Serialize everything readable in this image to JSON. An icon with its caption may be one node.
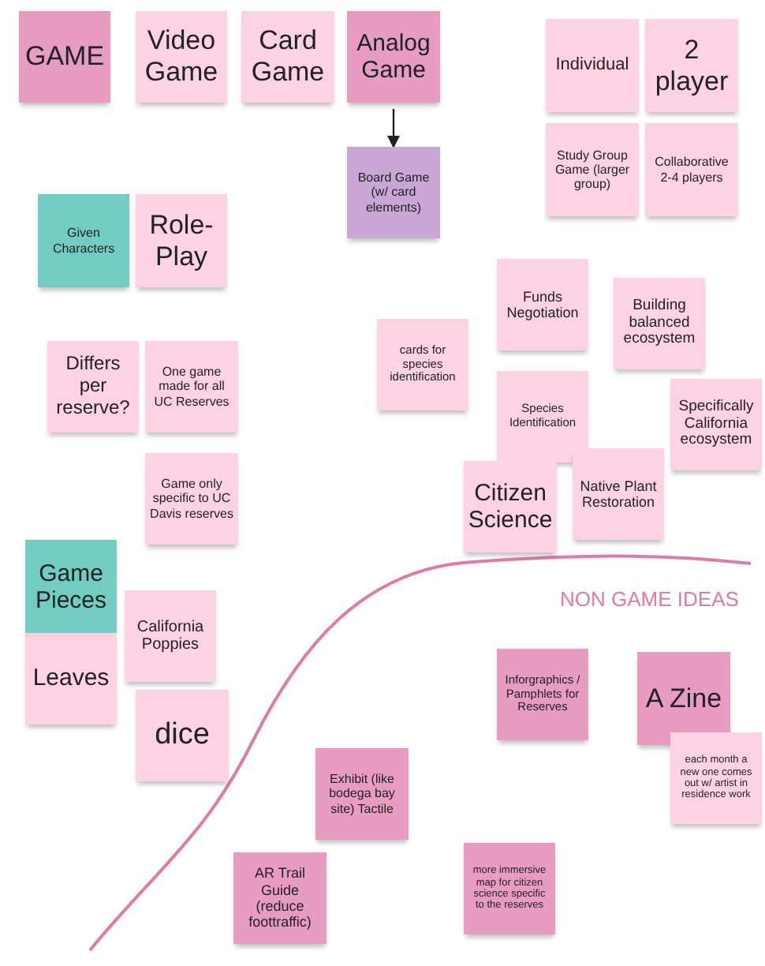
{
  "diagram": {
    "nodes": [
      {
        "text": [
          "GAME"
        ]
      },
      {
        "text": [
          "Video Game"
        ]
      },
      {
        "text": [
          "Card Game"
        ]
      },
      {
        "text": [
          "Analog Game"
        ]
      },
      {
        "text": [
          "Board Game (w/ card elements)"
        ]
      },
      {
        "text": [
          "Individual"
        ]
      },
      {
        "text": [
          "2 player"
        ]
      },
      {
        "text": [
          "Study Group Game (larger group)"
        ]
      },
      {
        "text": [
          "Collaborative 2-4 players"
        ]
      },
      {
        "text": [
          "Given Characters"
        ]
      },
      {
        "text": [
          "Role-Play"
        ]
      },
      {
        "text": [
          "Differs per reserve?"
        ]
      },
      {
        "text": [
          "One game made for all UC Reserves"
        ]
      },
      {
        "text": [
          "Game only specific to UC Davis reserves"
        ]
      },
      {
        "text": [
          "Game Pieces"
        ]
      },
      {
        "text": [
          "Leaves"
        ]
      },
      {
        "text": [
          "California Poppies"
        ]
      },
      {
        "text": [
          "dice"
        ]
      },
      {
        "text": [
          "Funds Negotiation"
        ]
      },
      {
        "text": [
          "cards for species identification"
        ]
      },
      {
        "text": [
          "Building balanced ecosystem"
        ]
      },
      {
        "text": [
          "Species Identification"
        ]
      },
      {
        "text": [
          "Specifically California ecosystem"
        ]
      },
      {
        "text": [
          "Citizen Science"
        ]
      },
      {
        "text": [
          "Native Plant Restoration"
        ]
      },
      {
        "text": [
          "Inforgraphics / Pamphlets for Reserves"
        ]
      },
      {
        "text": [
          "A Zine"
        ]
      },
      {
        "text": [
          "each month a new one comes out w/ artist in residence work"
        ]
      },
      {
        "text": [
          "Exhibit (like bodega bay site) Tactile"
        ]
      },
      {
        "text": [
          "AR Trail Guide (reduce foottraffic)"
        ]
      },
      {
        "text": [
          "more immersive map for citizen science specific to the reserves"
        ]
      }
    ],
    "edges": [
      {
        "from": 3,
        "to": 4,
        "arrow": "to"
      }
    ],
    "labels": [
      "NON GAME IDEAS"
    ]
  }
}
